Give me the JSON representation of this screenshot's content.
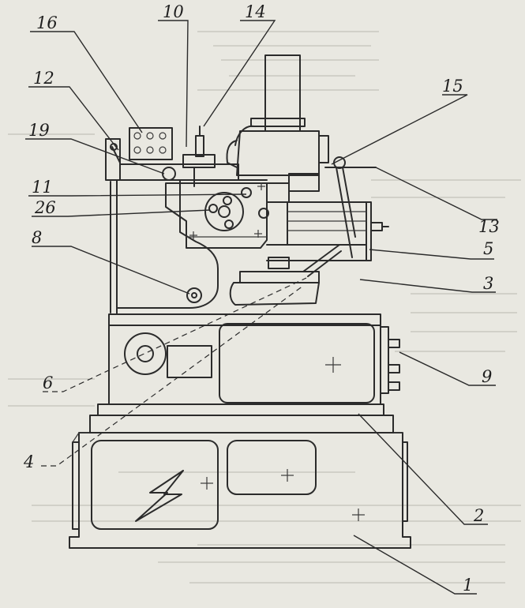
{
  "labels": [
    {
      "id": "16",
      "text": "16"
    },
    {
      "id": "10",
      "text": "10"
    },
    {
      "id": "14",
      "text": "14"
    },
    {
      "id": "12",
      "text": "12"
    },
    {
      "id": "15",
      "text": "15"
    },
    {
      "id": "19",
      "text": "19"
    },
    {
      "id": "11",
      "text": "11"
    },
    {
      "id": "26",
      "text": "26"
    },
    {
      "id": "8",
      "text": "8"
    },
    {
      "id": "13",
      "text": "13"
    },
    {
      "id": "5",
      "text": "5"
    },
    {
      "id": "3",
      "text": "3"
    },
    {
      "id": "9",
      "text": "9"
    },
    {
      "id": "6",
      "text": "6"
    },
    {
      "id": "4",
      "text": "4"
    },
    {
      "id": "2",
      "text": "2"
    },
    {
      "id": "1",
      "text": "1"
    }
  ],
  "colors": {
    "ink": "#2b2b2b",
    "paper": "#e9e8e1",
    "bleed": "#9a9a94"
  },
  "icons": {
    "electrical_hazard": "lightning-bolt-icon"
  }
}
